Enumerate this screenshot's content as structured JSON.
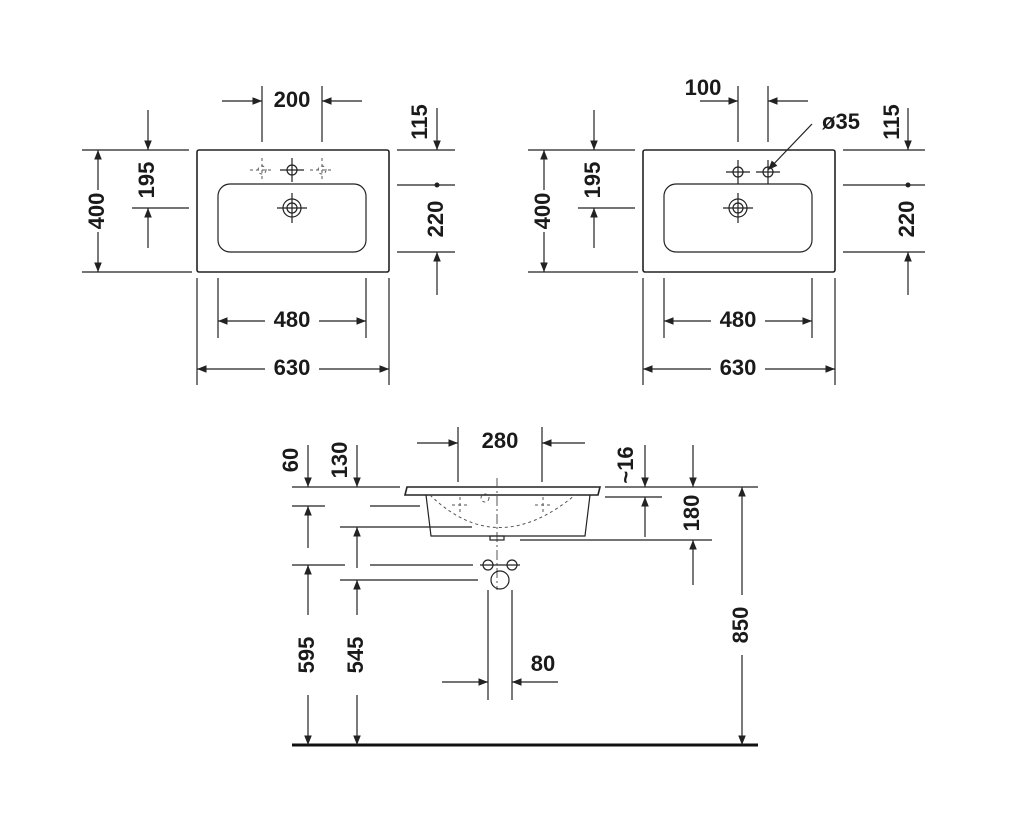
{
  "top_view_left": {
    "tap_spacing": "200",
    "top_to_tap": "115",
    "tap_to_bowl": "195",
    "depth": "400",
    "bowl_depth": "220",
    "bowl_width": "480",
    "width": "630"
  },
  "top_view_right": {
    "tap_spacing": "100",
    "hole_diameter": "ø35",
    "top_to_tap": "115",
    "tap_to_bowl": "195",
    "depth": "400",
    "bowl_depth": "220",
    "bowl_width": "480",
    "width": "630"
  },
  "side_view": {
    "dim_60": "60",
    "dim_130": "130",
    "bowl_span": "280",
    "rim": "~16",
    "basin_height": "180",
    "dim_595": "595",
    "dim_545": "545",
    "drain_spacing": "80",
    "total_height": "850"
  }
}
